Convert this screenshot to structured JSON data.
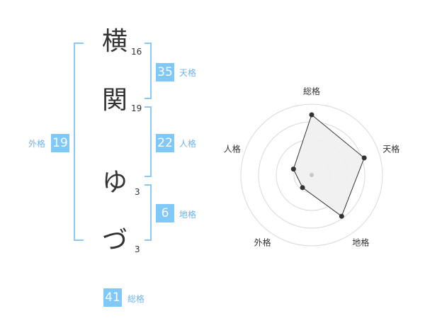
{
  "name": {
    "chars": [
      {
        "char": "横",
        "strokes": "16"
      },
      {
        "char": "関",
        "strokes": "19"
      },
      {
        "char": "ゆ",
        "strokes": "3"
      },
      {
        "char": "づ",
        "strokes": "3"
      }
    ]
  },
  "fortunes": {
    "tenkaku": {
      "value": "35",
      "label": "天格"
    },
    "jinkaku": {
      "value": "22",
      "label": "人格"
    },
    "chikaku": {
      "value": "6",
      "label": "地格"
    },
    "gaikaku": {
      "value": "19",
      "label": "外格"
    },
    "soukaku": {
      "value": "41",
      "label": "総格"
    }
  },
  "colors": {
    "accent": "#7fc8f8",
    "bracket": "#8cc9f2",
    "label": "#6fb3e6",
    "text": "#333333"
  },
  "chart_data": {
    "type": "radar",
    "axes": [
      "総格",
      "天格",
      "地格",
      "外格",
      "人格"
    ],
    "values": [
      0.85,
      0.78,
      0.72,
      0.22,
      0.27
    ],
    "range": [
      0,
      1
    ],
    "rings": 4,
    "fill": "#f0f0f0",
    "line": "#333333"
  }
}
